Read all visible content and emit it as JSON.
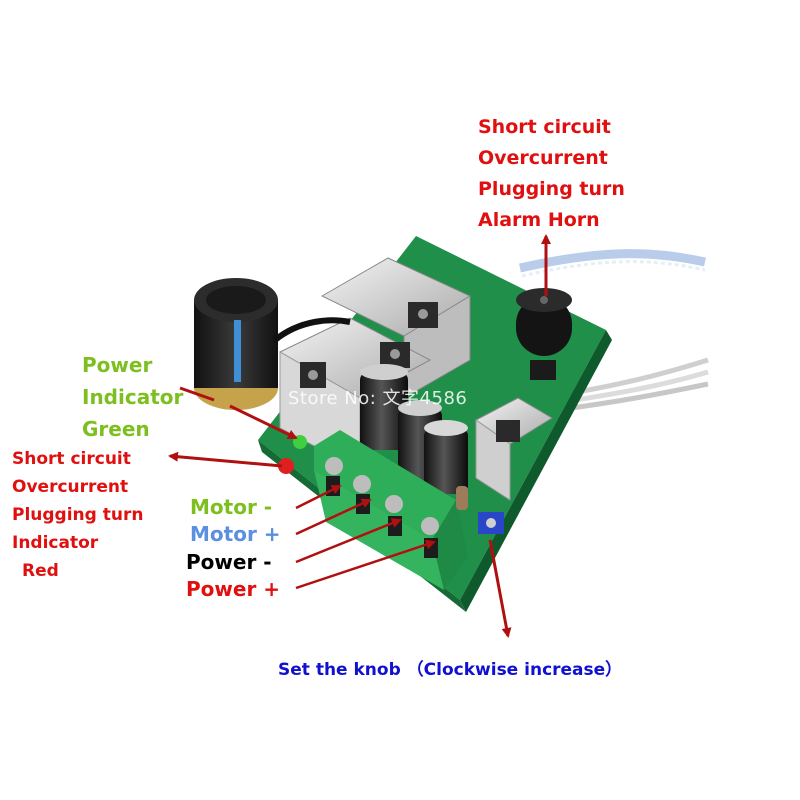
{
  "labels": {
    "alarm_block": [
      "Short circuit",
      "Overcurrent",
      "Plugging turn",
      "Alarm Horn"
    ],
    "power_indicator": [
      "Power",
      "Indicator",
      "Green"
    ],
    "fault_indicator": [
      "Short circuit",
      "Overcurrent",
      "Plugging turn",
      "Indicator",
      "Red"
    ],
    "terminals": {
      "motor_minus": "Motor -",
      "motor_plus": "Motor +",
      "power_minus": "Power  -",
      "power_plus": "Power +"
    },
    "knob_caption": "Set the knob （Clockwise increase）"
  },
  "watermark": "Store No: 文字4586",
  "colors": {
    "label_red": "#e01010",
    "label_green": "#7dbf1f",
    "label_blue": "#5b8fe0",
    "label_navy": "#1010d0",
    "arrow_red": "#b01010",
    "pcb_green": "#1f8f4a",
    "terminal_green": "#2fae5a"
  }
}
